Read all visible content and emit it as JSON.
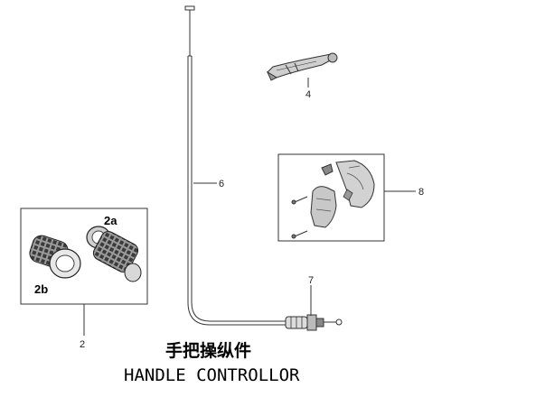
{
  "labels": {
    "p2": "2",
    "p2a": "2a",
    "p2b": "2b",
    "p4": "4",
    "p6": "6",
    "p7": "7",
    "p8": "8"
  },
  "title": {
    "chinese": "手把操纵件",
    "english": "HANDLE CONTROLLOR"
  }
}
